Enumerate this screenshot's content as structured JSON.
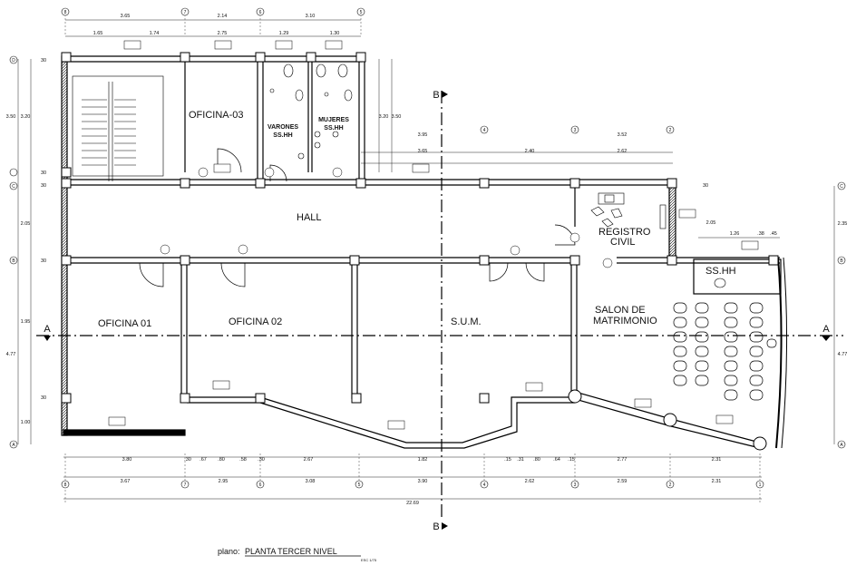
{
  "rooms": {
    "oficina_03": "OFICINA-03",
    "varones_1": "VARONES",
    "varones_2": "SS.HH",
    "mujeres_1": "MUJERES",
    "mujeres_2": "SS.HH",
    "hall": "HALL",
    "registro_1": "REGISTRO",
    "registro_2": "CIVIL",
    "sshh": "SS.HH",
    "salon_1": "SALON DE",
    "salon_2": "MATRIMONIO",
    "oficina_01": "OFICINA 01",
    "oficina_02": "OFICINA 02",
    "sum": "S.U.M."
  },
  "section_marks": {
    "a_left": "A",
    "a_right": "A",
    "b_top": "B",
    "b_bottom": "B"
  },
  "title_block": {
    "prefix": "plano:",
    "name": "PLANTA TERCER NIVEL",
    "scale": "ESC 1/75"
  },
  "dimensions": {
    "top_1": [
      "3.65",
      "2.14",
      "3.10"
    ],
    "top_2": [
      "1.65",
      "1.74",
      "2.75",
      "1.29",
      "1.30"
    ],
    "right_block_1": [
      "3.95",
      "3.52"
    ],
    "right_block_2": [
      "3.65",
      "2.40",
      "2.62"
    ],
    "registro": [
      "2.05",
      "1.26",
      ".38",
      ".45"
    ],
    "bottom_1": [
      "3.80",
      ".30",
      ".67",
      ".80",
      ".58",
      ".30",
      "2.67",
      "1.82",
      ".15",
      ".31",
      ".80",
      ".64",
      ".15",
      "2.77",
      "2.31"
    ],
    "bottom_2": [
      "3.67",
      "2.95",
      "3.08",
      "3.90",
      "2.62",
      "2.59",
      "2.31"
    ],
    "overall": "22.69",
    "left": [
      "3.50",
      "3.20",
      "2.05",
      "1.95",
      "4.77",
      "1.00"
    ],
    "mid_left": [
      "3.20",
      "3.50"
    ],
    "right_side": [
      "2.35",
      "4.77"
    ],
    "small_30": "30"
  },
  "axes": {
    "top": [
      "8",
      "7",
      "6",
      "5"
    ],
    "bottom": [
      "8",
      "7",
      "6",
      "5",
      "4",
      "3",
      "2",
      "1"
    ],
    "right_top": [
      "4",
      "3",
      "2"
    ],
    "left": [
      "D",
      "C",
      "B",
      "A"
    ],
    "right": [
      "C",
      "B",
      "A"
    ]
  }
}
